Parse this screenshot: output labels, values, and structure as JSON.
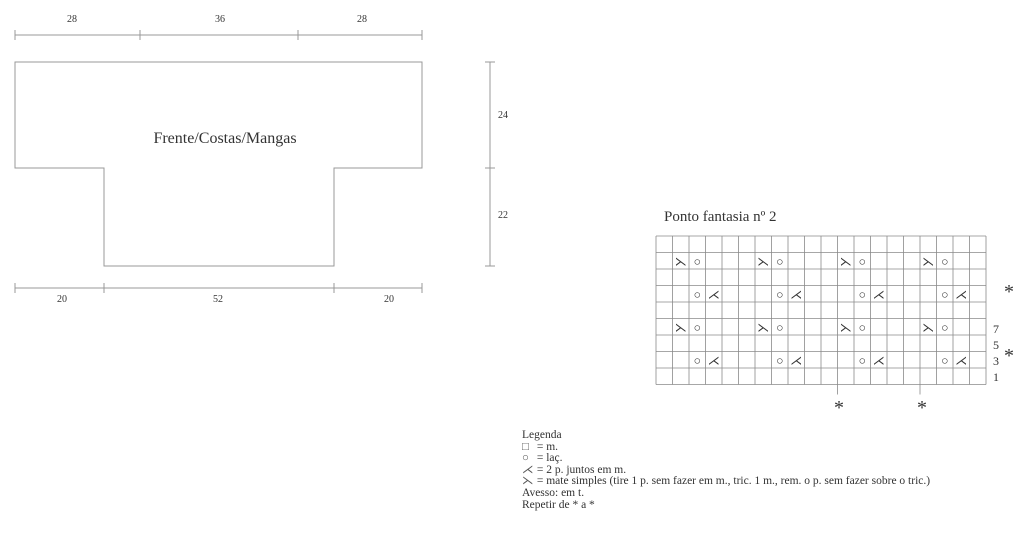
{
  "pattern": {
    "widths_top": [
      "28",
      "36",
      "28"
    ],
    "widths_bottom": [
      "20",
      "52",
      "20"
    ],
    "heights": [
      "24",
      "22"
    ],
    "piece_label": "Frente/Costas/Mangas"
  },
  "chart": {
    "title": "Ponto fantasia nº 2",
    "row_numbers": [
      "7",
      "5",
      "3",
      "1"
    ],
    "repeat_mark": "*",
    "symbols": {
      "yo": "○",
      "k2tog": "⋌",
      "skp": "⋋"
    }
  },
  "legend": {
    "title": "Legenda",
    "items": [
      {
        "symbol": "□",
        "text": "= m."
      },
      {
        "symbol": "○",
        "text": "= laç."
      },
      {
        "symbol": "⋌",
        "text": "= 2 p. juntos em m."
      },
      {
        "symbol": "⋋",
        "text": "= mate simples (tire 1 p. sem fazer em m., tric. 1 m., rem. o p. sem fazer sobre o tric.)"
      }
    ],
    "notes": [
      "Avesso: em t.",
      "Repetir de * a *"
    ]
  },
  "colors": {
    "line": "#9a9a9a",
    "text": "#333333"
  }
}
